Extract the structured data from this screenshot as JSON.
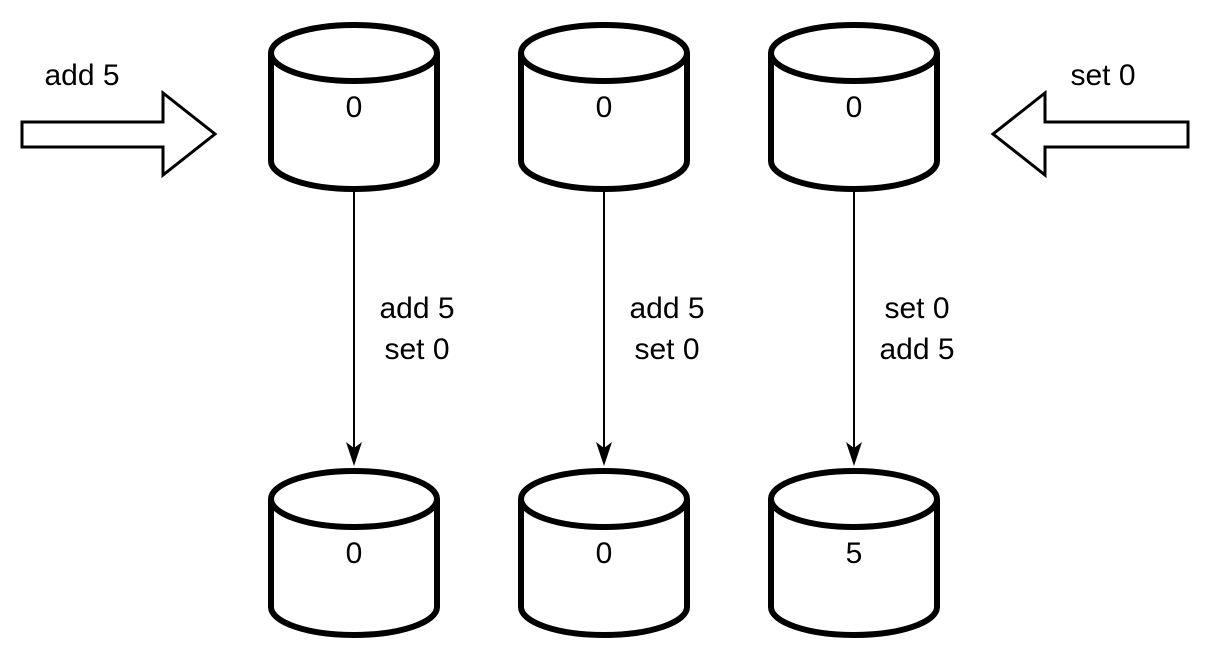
{
  "diagram": {
    "description": "Three replicas receiving two writes in different orders",
    "colors": {
      "stroke": "#000000",
      "fill": "#ffffff",
      "background": "#ffffff"
    },
    "left_annotation": {
      "label": "add 5",
      "direction": "right"
    },
    "right_annotation": {
      "label": "set 0",
      "direction": "left"
    },
    "columns": [
      {
        "top_value": "0",
        "ops": [
          "add 5",
          "set 0"
        ],
        "bottom_value": "0"
      },
      {
        "top_value": "0",
        "ops": [
          "add 5",
          "set 0"
        ],
        "bottom_value": "0"
      },
      {
        "top_value": "0",
        "ops": [
          "set 0",
          "add 5"
        ],
        "bottom_value": "5"
      }
    ]
  }
}
